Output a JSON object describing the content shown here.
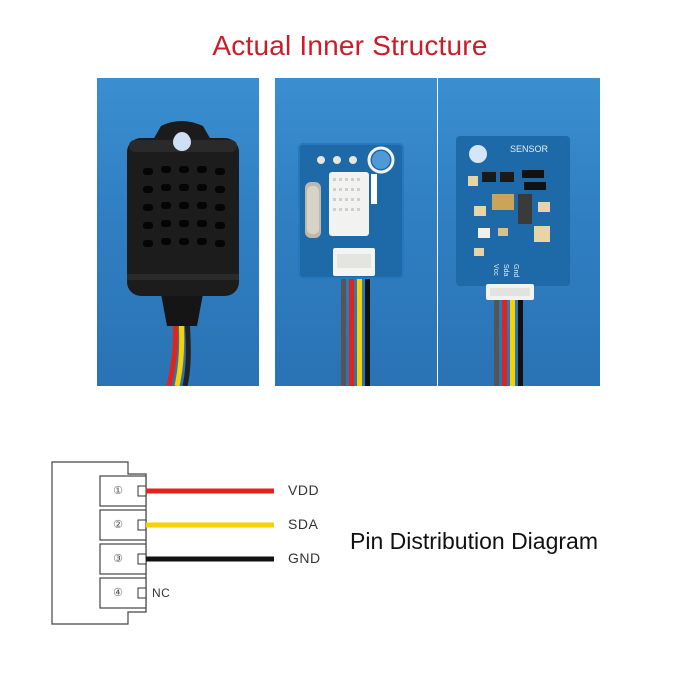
{
  "title": "Actual Inner Structure",
  "panels": {
    "sensor_label": "SENSOR",
    "board_pins": [
      "Vcc",
      "Sda",
      "Gnd"
    ]
  },
  "pins": [
    {
      "number": "①",
      "label": "VDD",
      "color": "#e0241c"
    },
    {
      "number": "②",
      "label": "SDA",
      "color": "#f7d100"
    },
    {
      "number": "③",
      "label": "GND",
      "color": "#111111"
    },
    {
      "number": "④",
      "label": "NC",
      "color": ""
    }
  ],
  "caption": "Pin Distribution Diagram",
  "colors": {
    "title_red": "#c81e2a",
    "panel_blue": "#2f7fc2",
    "pcb_blue": "#1e6aa8",
    "wire_red": "#e0241c",
    "wire_yellow": "#f7d100",
    "wire_black": "#111111"
  }
}
